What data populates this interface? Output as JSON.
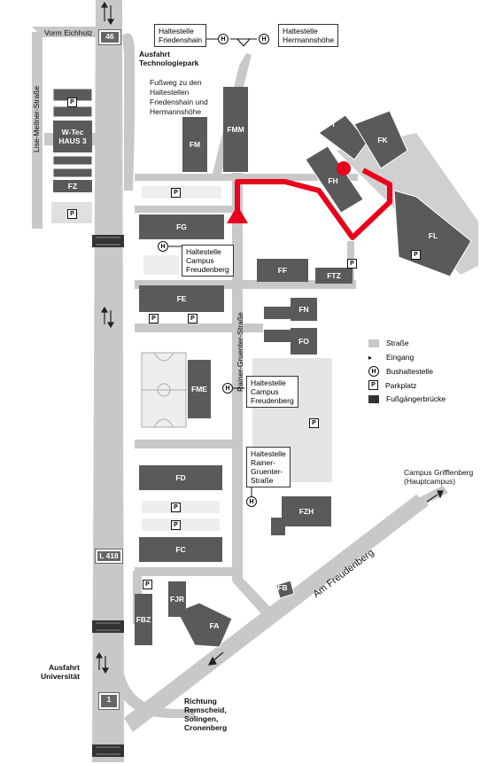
{
  "labels": {
    "vorm_eichholz": "Vorm Eichholz",
    "exit_tech": "Ausfahrt\nTechnologiepark",
    "footpath": "Fußweg zu den\nHaltestellen\nFriedenshain und\nHermannshöhe",
    "stop_friedenshain": "Haltestelle\nFriedenshain",
    "stop_hermannshoehe": "Haltestelle\nHermannshöhe",
    "lise_meitner": "Lise-Meitner-Straße",
    "rainer_gruenter": "Rainer-Gruenter-Straße",
    "w_tec": "W-Tec\nHAUS 3",
    "stop_campus_freudenberg_1": "Haltestelle\nCampus\nFreudenberg",
    "stop_campus_freudenberg_2": "Haltestelle\nCampus\nFreudenberg",
    "stop_rainer_gruenter": "Haltestelle\nRainer-\nGruenter-\nStraße",
    "campus_grifflenberg": "Campus Grifflenberg\n(Hauptcampus)",
    "am_freudenberg": "Am Freudenberg",
    "exit_uni": "Ausfahrt\nUniversität",
    "richtung": "Richtung\nRemscheid,\nSolingen,\nCronenberg"
  },
  "road_numbers": {
    "a46": "46",
    "l418": "L 418",
    "b1": "1"
  },
  "buildings": {
    "fz": "FZ",
    "fm": "FM",
    "fmm": "FMM",
    "fi": "FI",
    "fk": "FK",
    "fh": "FH",
    "fl": "FL",
    "fg": "FG",
    "fe": "FE",
    "ff": "FF",
    "ftz": "FTZ",
    "fn": "FN",
    "fo": "FO",
    "fme": "FME",
    "fd": "FD",
    "fc": "FC",
    "fzh": "FZH",
    "fb": "FB",
    "fjr": "FJR",
    "fbz": "FBZ",
    "fa": "FA"
  },
  "legend": {
    "strasse": "Straße",
    "eingang": "Eingang",
    "bushaltestelle": "Bushaltestelle",
    "parkplatz": "Parkplatz",
    "fussgaengerbruecke": "Fußgängerbrücke"
  },
  "symbols": {
    "h": "H",
    "p": "P"
  },
  "colors": {
    "road": "#c8c8c8",
    "building": "#5a5a5a",
    "route": "#e8001c",
    "field": "#eeeeee"
  }
}
